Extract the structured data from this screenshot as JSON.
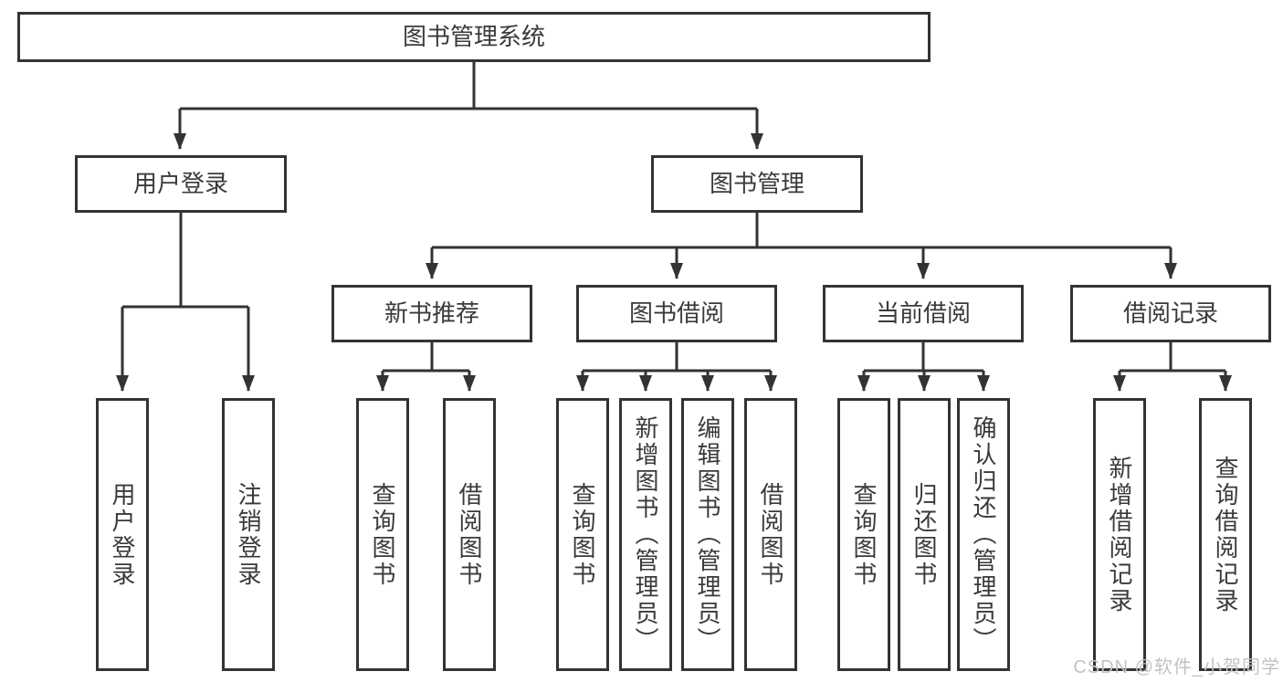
{
  "diagram": {
    "root": {
      "label": "图书管理系统"
    },
    "level2": [
      {
        "id": "user-login",
        "label": "用户登录"
      },
      {
        "id": "book-management",
        "label": "图书管理"
      }
    ],
    "level3": [
      {
        "id": "new-book-recommend",
        "label": "新书推荐",
        "parent": "图书管理"
      },
      {
        "id": "book-borrowing",
        "label": "图书借阅",
        "parent": "图书管理"
      },
      {
        "id": "current-borrowing",
        "label": "当前借阅",
        "parent": "图书管理"
      },
      {
        "id": "borrowing-records",
        "label": "借阅记录",
        "parent": "图书管理"
      }
    ],
    "leaves": [
      {
        "label": "用户登录",
        "parent": "用户登录"
      },
      {
        "label": "注销登录",
        "parent": "用户登录"
      },
      {
        "label": "查询图书",
        "parent": "新书推荐"
      },
      {
        "label": "借阅图书",
        "parent": "新书推荐"
      },
      {
        "label": "查询图书",
        "parent": "图书借阅"
      },
      {
        "label": "新增图书（管理员）",
        "parent": "图书借阅"
      },
      {
        "label": "编辑图书（管理员）",
        "parent": "图书借阅"
      },
      {
        "label": "借阅图书",
        "parent": "图书借阅"
      },
      {
        "label": "查询图书",
        "parent": "当前借阅"
      },
      {
        "label": "归还图书",
        "parent": "当前借阅"
      },
      {
        "label": "确认归还（管理员）",
        "parent": "当前借阅"
      },
      {
        "label": "新增借阅记录",
        "parent": "借阅记录"
      },
      {
        "label": "查询借阅记录",
        "parent": "借阅记录"
      }
    ]
  },
  "watermark": {
    "text": "CSDN @软件_小贺同学",
    "color": "#c6c1c1"
  },
  "colors": {
    "line": "#333333",
    "box_border": "#333333",
    "box_fill": "#ffffff",
    "text": "#3a3a3a",
    "background": "#ffffff"
  }
}
